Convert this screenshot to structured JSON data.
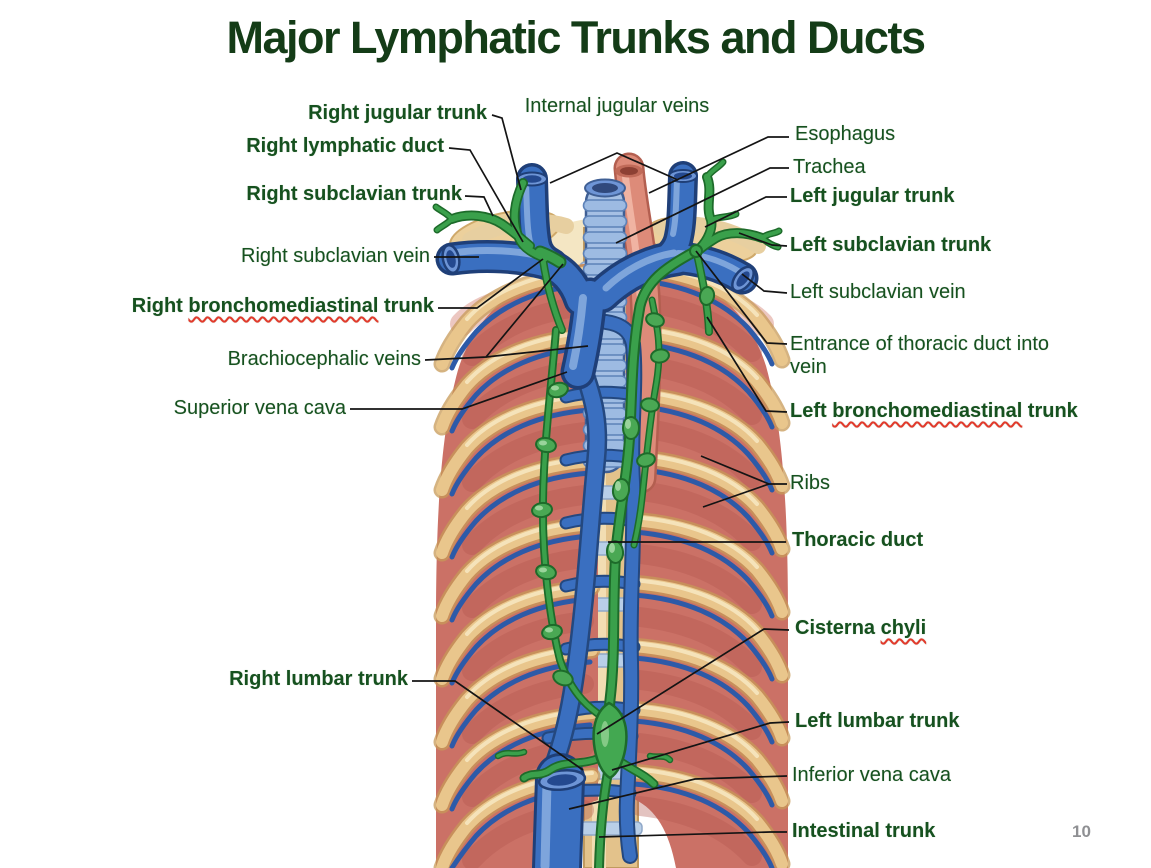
{
  "title": "Major Lymphatic Trunks and Ducts",
  "page_number": "10",
  "colors": {
    "title_green": "#143c17",
    "label_green": "#16511f",
    "underline_red": "#e2392b",
    "vein_blue": "#3a6fc0",
    "lymph_green": "#3aa04b",
    "bone_tan": "#eac687",
    "muscle_red": "#cb7166",
    "trachea_blue": "#a6c0e4",
    "esophagus_salmon": "#dd8b79",
    "page_number_gray": "#8f9093"
  },
  "labels": {
    "right_jugular_trunk": {
      "text": "Right jugular trunk"
    },
    "right_lymphatic_duct": {
      "text": "Right lymphatic duct"
    },
    "right_subclavian_trunk": {
      "text": "Right subclavian trunk"
    },
    "right_subclavian_vein": {
      "text": "Right subclavian vein"
    },
    "right_bronchomediastinal_trunk": {
      "prefix": "Right ",
      "term": "bronchomediastinal",
      "suffix": " trunk"
    },
    "brachiocephalic_veins": {
      "text": "Brachiocephalic veins"
    },
    "superior_vena_cava": {
      "text": "Superior vena cava"
    },
    "right_lumbar_trunk": {
      "text": "Right lumbar trunk"
    },
    "internal_jugular_veins": {
      "text": "Internal jugular veins"
    },
    "esophagus": {
      "text": "Esophagus"
    },
    "trachea": {
      "text": "Trachea"
    },
    "left_jugular_trunk": {
      "text": "Left jugular trunk"
    },
    "left_subclavian_trunk": {
      "text": "Left subclavian trunk"
    },
    "left_subclavian_vein": {
      "text": "Left subclavian vein"
    },
    "entrance_of_thoracic_duct": {
      "text": "Entrance of thoracic duct into vein"
    },
    "left_bronchomediastinal_trunk": {
      "prefix": "Left ",
      "term": "bronchomediastinal",
      "suffix": " trunk"
    },
    "ribs": {
      "text": "Ribs"
    },
    "thoracic_duct": {
      "text": "Thoracic duct"
    },
    "cisterna_chyli": {
      "prefix": "Cisterna ",
      "term": "chyli",
      "suffix": ""
    },
    "left_lumbar_trunk": {
      "text": "Left lumbar trunk"
    },
    "inferior_vena_cava": {
      "text": "Inferior vena cava"
    },
    "intestinal_trunk": {
      "text": "Intestinal trunk"
    }
  }
}
